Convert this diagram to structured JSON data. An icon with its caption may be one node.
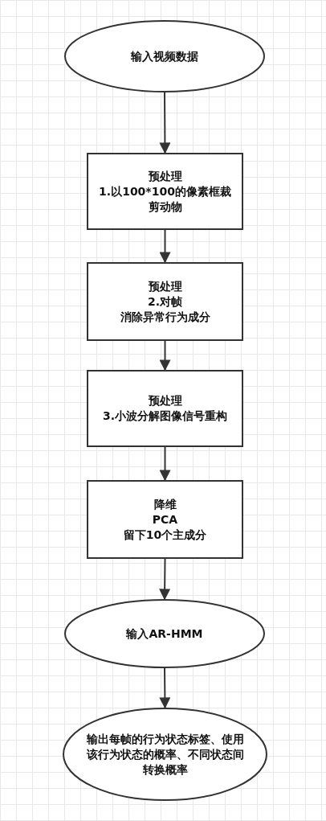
{
  "diagram": {
    "nodes": [
      {
        "text": [
          "输入视频数据"
        ]
      },
      {
        "text": [
          "预处理",
          "1.以100*100的像素框裁剪动物"
        ]
      },
      {
        "text": [
          "预处理",
          "2.对帧",
          "消除异常行为成分"
        ]
      },
      {
        "text": [
          "预处理",
          "3.小波分解图像信号重构"
        ]
      },
      {
        "text": [
          "降维",
          "PCA",
          "留下10个主成分"
        ]
      },
      {
        "text": [
          "输入AR-HMM"
        ]
      },
      {
        "text": [
          "输出每帧的行为状态标签、使用该行为状态的概率、不同状态间转换概率"
        ]
      }
    ],
    "edges": [
      {
        "from": 0,
        "to": 1,
        "arrow": "to"
      },
      {
        "from": 1,
        "to": 2,
        "arrow": "to"
      },
      {
        "from": 2,
        "to": 3,
        "arrow": "to"
      },
      {
        "from": 3,
        "to": 4,
        "arrow": "to"
      },
      {
        "from": 4,
        "to": 5,
        "arrow": "to"
      },
      {
        "from": 5,
        "to": 6,
        "arrow": "to"
      }
    ]
  }
}
